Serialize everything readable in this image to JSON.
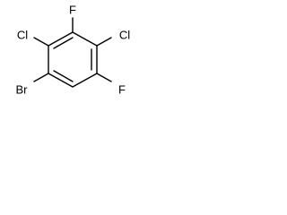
{
  "molecule": {
    "atoms": {
      "f_top": "F",
      "cl_left": "Cl",
      "cl_right": "Cl",
      "br": "Br",
      "f_right": "F"
    },
    "colors": {
      "bond": "#000000",
      "label": "#000000",
      "background": "#ffffff"
    }
  }
}
